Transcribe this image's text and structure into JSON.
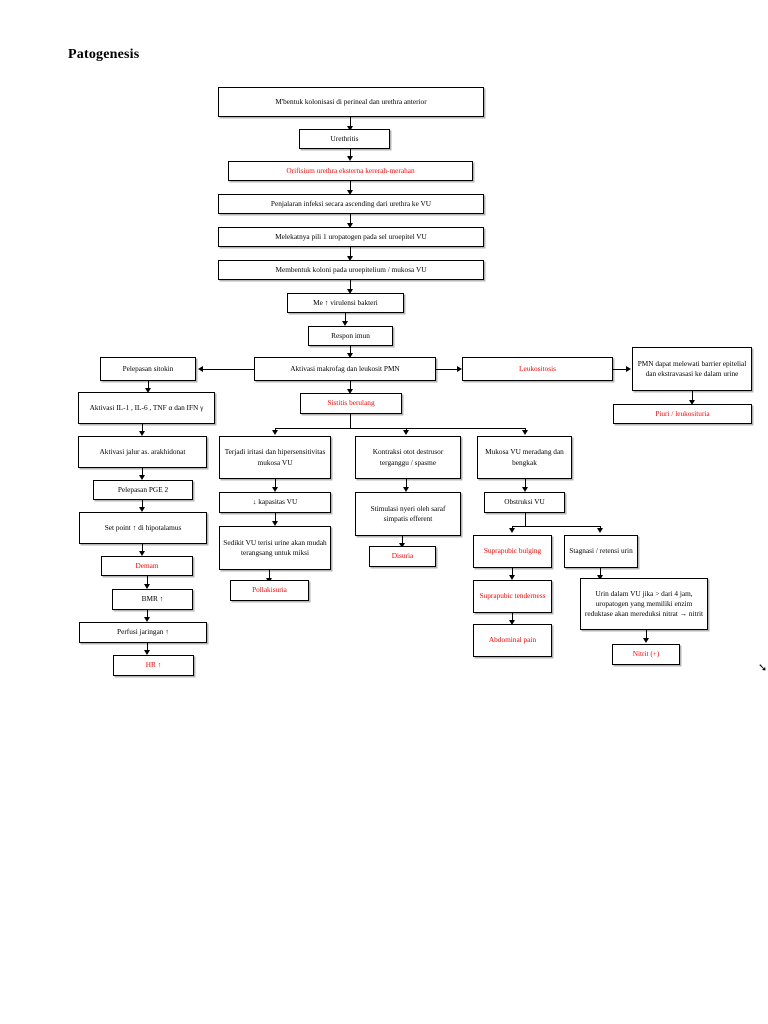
{
  "page": {
    "title": "Patogenesis",
    "colors": {
      "text": "#000000",
      "highlight": "#ff0000",
      "border": "#000000",
      "background": "#ffffff"
    }
  },
  "flowchart": {
    "type": "diagram",
    "orientation": "top-down",
    "nodes": {
      "n01": "M'bentuk kolonisasi di perineal dan urethra anterior",
      "n02": "Urethritis",
      "n03": "Orifisium urethra eksterna kererah-merahan",
      "n04": "Penjalaran infeksi secara ascending dari urethra ke VU",
      "n05": "Melekatnya pili 1 uropatogen pada sel uroepitel VU",
      "n06": "Membentuk koloni pada uroepitelium / mukosa VU",
      "n07": "Me ↑ virulensi bakteri",
      "n08": "Respon imun",
      "n09": "Aktivasi makrofag dan leukosit PMN",
      "n10": "Pelepasan sitokin",
      "n11": "Aktivasi IL-1 , IL-6 , TNF α dan IFN γ",
      "n12": "Aktivasi jalur as. arakhidonat",
      "n13": "Pelepasan PGE 2",
      "n14": "Set point ↑ di hipotalamus",
      "n15": "Demam",
      "n16": "BMR ↑",
      "n17": "Perfusi jaringan ↑",
      "n18": "HR ↑",
      "n19": "Leukositosis",
      "n20": "PMN dapat melewati barrier epitelial dan ekstravasasi ke dalam urine",
      "n21": "Piuri / leukosituria",
      "n22": "Sistitis berulang",
      "n23": "Terjadi iritasi dan hipersensitivitas mukosa VU",
      "n24": "↓ kapasitas VU",
      "n25": "Sedikit VU terisi urine akan mudah terangsang untuk miksi",
      "n26": "Pollakisuria",
      "n27": "Kontraksi otot destrusor terganggu / spasme",
      "n28": "Stimulasi nyeri oleh saraf simpatis efferent",
      "n29": "Disuria",
      "n30": "Mukosa VU meradang dan bengkak",
      "n31": "Obstruksi VU",
      "n32": "Suprapubic bulging",
      "n33": "Suprapubic tenderness",
      "n34": "Abdominal pain",
      "n35": "Stagnasi / retensi urin",
      "n36": "Urin dalam VU jika > dari 4 jam, uropatogen yang memiliki enzim reduktase akan mereduksi nitrat → nitrit",
      "n37": "Nitrit (+)"
    },
    "red_nodes": [
      "n03",
      "n15",
      "n18",
      "n19",
      "n21",
      "n22",
      "n26",
      "n29",
      "n32",
      "n33",
      "n34",
      "n37"
    ],
    "edge_artifact": "➘"
  }
}
